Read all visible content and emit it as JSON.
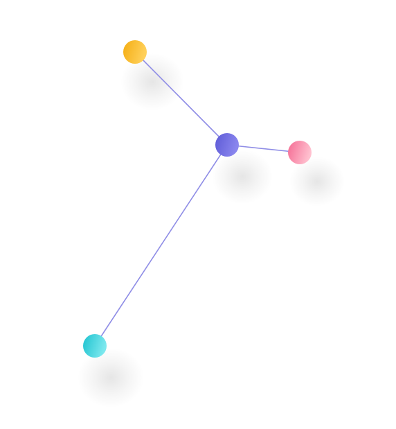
{
  "diagram": {
    "type": "network",
    "colors": {
      "edge": "#8f8de6",
      "hub": [
        "#5d5ad6",
        "#8a86ee"
      ],
      "orange": [
        "#f4ad12",
        "#ffd05a"
      ],
      "pink": [
        "#f46b93",
        "#ffc0cf"
      ],
      "teal": [
        "#1ec2cf",
        "#7ce8ee"
      ],
      "shadow": "#000000"
    },
    "nodes": [
      {
        "id": "hub",
        "role": "center",
        "color_key": "hub"
      },
      {
        "id": "orange",
        "role": "leaf",
        "color_key": "orange"
      },
      {
        "id": "pink",
        "role": "leaf",
        "color_key": "pink"
      },
      {
        "id": "teal",
        "role": "leaf",
        "color_key": "teal"
      }
    ],
    "edges": [
      {
        "from": "hub",
        "to": "orange"
      },
      {
        "from": "hub",
        "to": "pink"
      },
      {
        "from": "hub",
        "to": "teal"
      }
    ]
  }
}
